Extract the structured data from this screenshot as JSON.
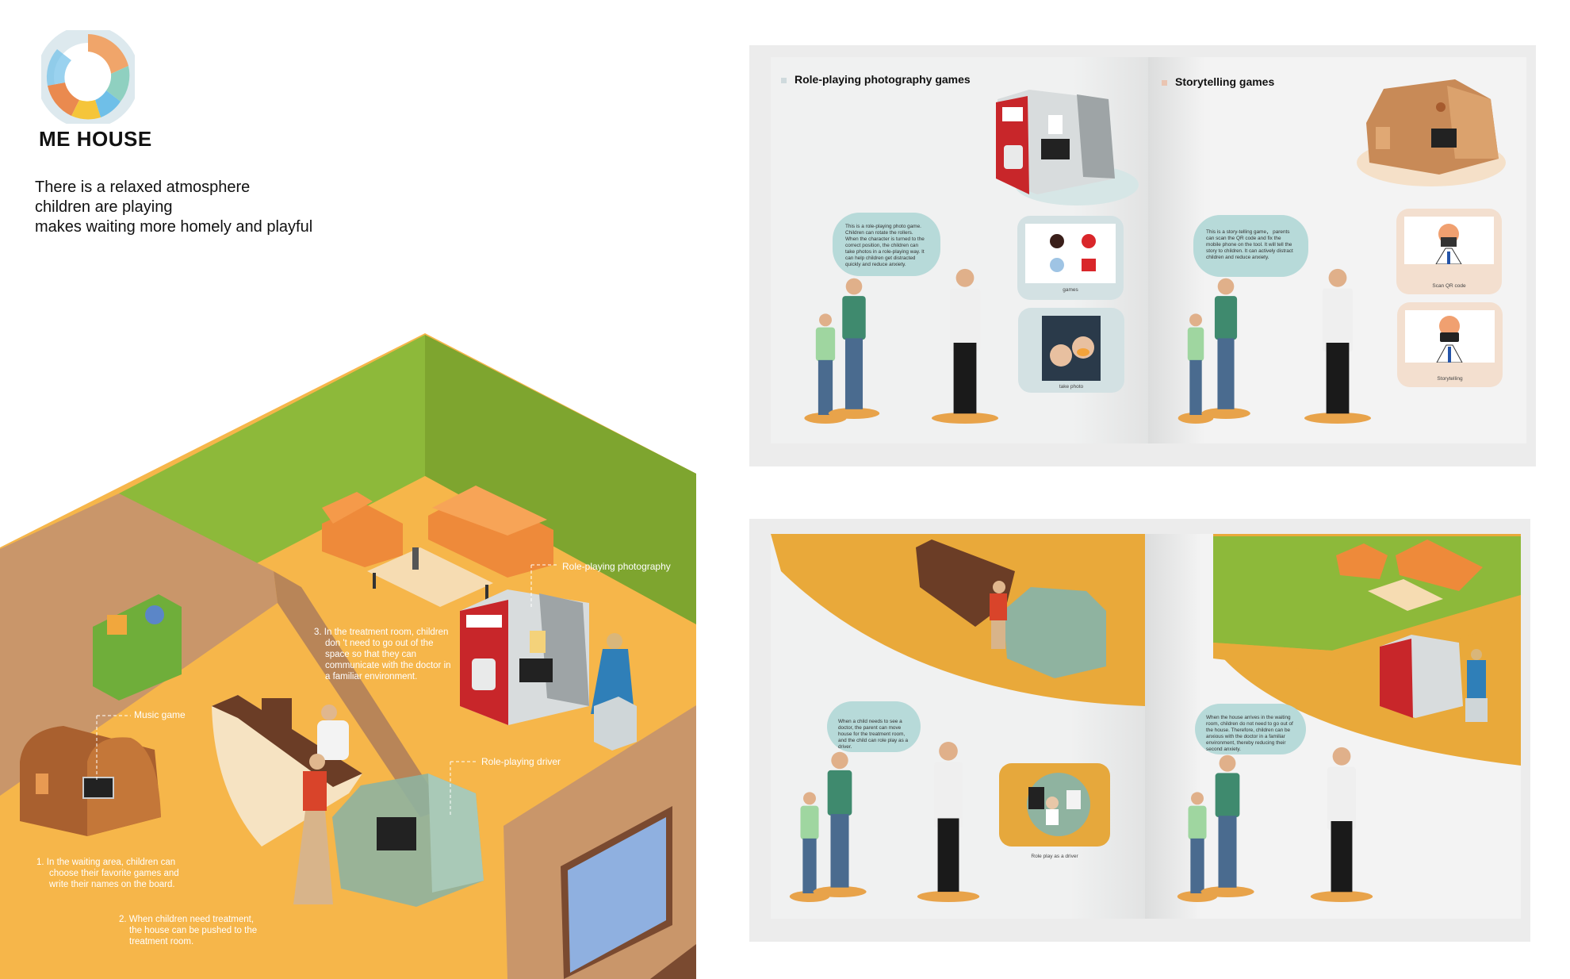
{
  "brand": {
    "name": "ME HOUSE",
    "tagline": [
      "There is a relaxed atmosphere",
      "children are playing",
      "makes waiting more homely and playful"
    ],
    "logo_colors": [
      "#f0a56a",
      "#8fd0c0",
      "#6fbfe8",
      "#f5c53a",
      "#ea8a4f",
      "#dde9ee"
    ]
  },
  "scene": {
    "labels": {
      "photography": "Role-playing photography",
      "music": "Music game",
      "driver": "Role-playing driver"
    },
    "notes": {
      "note1": [
        "1.  In the waiting area, children can",
        "choose their favorite games and",
        "write their names on the board."
      ],
      "note2": [
        "2. When children need treatment,",
        "the house can be pushed to the",
        "treatment room."
      ],
      "note3": [
        "3. In the treatment room, children",
        "don 't need to go out of the",
        "space so that they can",
        "communicate with the doctor in",
        "a familiar environment."
      ]
    },
    "colors": {
      "floor": "#f6b64a",
      "wall_green": "#8db93a",
      "wall_tan": "#c9966a",
      "window": "#8fb0e0"
    }
  },
  "booklet_top": {
    "left_page": {
      "title": "Role-playing photography games",
      "bubble": "This is a role-playing photo game. Children can rotate the rollers. When the character is turned to the correct position, the children can take photos in a role-playing way. It can help children get distracted quickly and reduce anxiety.",
      "cards": [
        {
          "caption": "games"
        },
        {
          "caption": "take photo"
        }
      ]
    },
    "right_page": {
      "title": "Storytelling games",
      "bubble": "This is a story-telling game， parents can scan the QR code and fix the mobile phone on the tool. It will tell the story to children. It can actively distract children and reduce anxiety.",
      "cards": [
        {
          "caption": "Scan QR code"
        },
        {
          "caption": "Storytelling"
        }
      ]
    }
  },
  "booklet_bottom": {
    "left_page": {
      "bubble": "When a child needs to see a doctor, the parent can move house for the treatment room, and the child can role play as a driver.",
      "card_caption": "Role play as a driver"
    },
    "right_page": {
      "bubble": "When the house arrives in the waiting room, children do not need to go out of the house. Therefore, children can be anxious with the doctor in a familiar environment, thereby reducing their second anxiety."
    }
  }
}
